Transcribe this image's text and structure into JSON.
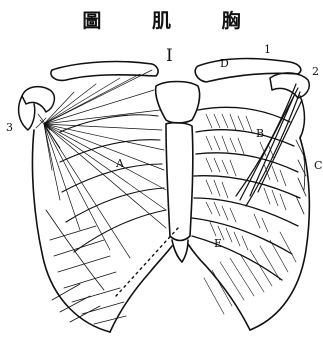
{
  "title": "圖 肌 胸",
  "labels": {
    "roman_numeral": "I",
    "D": "D",
    "one": "1",
    "two": "2",
    "three": "3",
    "B": "B",
    "C": "C",
    "A": "A",
    "E": "E"
  }
}
